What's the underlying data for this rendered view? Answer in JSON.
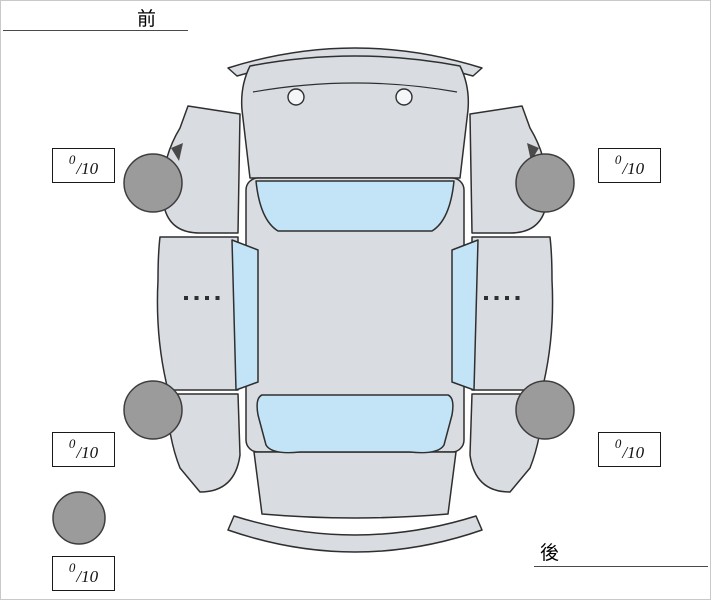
{
  "labels": {
    "front": "前",
    "rear": "後"
  },
  "scores": {
    "front_left": {
      "num": "0",
      "den": "/10"
    },
    "front_right": {
      "num": "0",
      "den": "/10"
    },
    "rear_left": {
      "num": "0",
      "den": "/10"
    },
    "rear_right": {
      "num": "0",
      "den": "/10"
    },
    "spare": {
      "num": "0",
      "den": "/10"
    }
  },
  "diagram": {
    "description": "car-top-view-condition-diagram",
    "colors": {
      "body": "#d9dde2",
      "window": "#c3e4f6",
      "wheel": "#9b9b9b",
      "outline": "#2f2f2f"
    }
  }
}
